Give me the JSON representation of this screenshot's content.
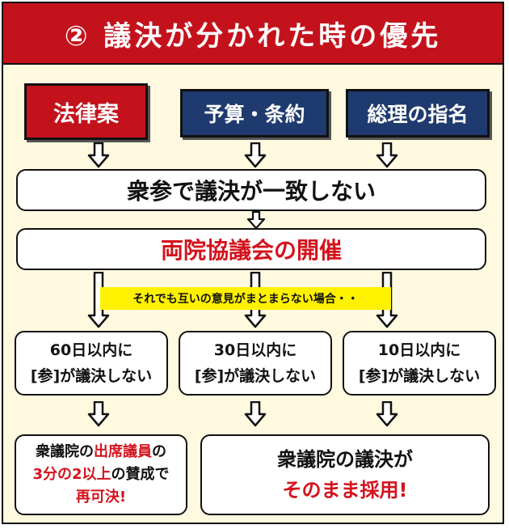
{
  "header": {
    "title": "② 議決が分かれた時の優先"
  },
  "top": {
    "bill": "法律案",
    "budget": "予算・条約",
    "pm": "総理の指名"
  },
  "flow": {
    "step1": "衆参で議決が一致しない",
    "step2": "両院協議会の開催",
    "banner": "それでも互いの意見がまとまらない場合・・"
  },
  "limits": [
    {
      "days": "60日以内に",
      "cond": "[参]が議決しない"
    },
    {
      "days": "30日以内に",
      "cond": "[参]が議決しない"
    },
    {
      "days": "10日以内に",
      "cond": "[参]が議決しない"
    }
  ],
  "result_left": {
    "l1a": "衆議院の",
    "l1b": "出席議員",
    "l1c": "の",
    "l2a": "3分の2以上",
    "l2b": "の賛成で",
    "l3": "再可決!"
  },
  "result_right": {
    "l1": "衆議院の議決が",
    "l2": "そのまま採用!"
  },
  "colors": {
    "red": "#c4121c",
    "navy": "#1f3a6e",
    "yellow": "#fff100",
    "cream": "#fff9e0"
  }
}
